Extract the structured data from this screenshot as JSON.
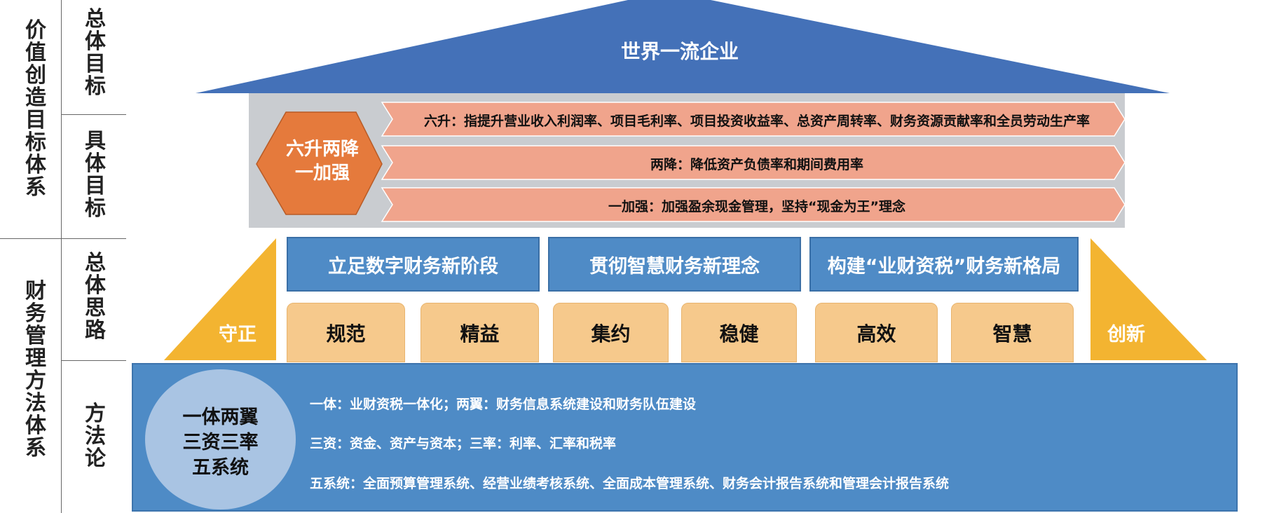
{
  "left_labels": {
    "system1": "价值创造目标体系",
    "system2": "财务管理方法体系"
  },
  "mid_labels": {
    "overall_goal": "总体目标",
    "specific_goal": "具体目标",
    "overall_thinking": "总体思路",
    "methodology": "方法论"
  },
  "roof": {
    "title": "世界一流企业"
  },
  "specific": {
    "hex_line1": "六升两降",
    "hex_line2": "一加强",
    "arrows": [
      "六升：指提升营业收入利润率、项目毛利率、项目投资收益率、总资产周转率、财务资源贡献率和全员劳动生产率",
      "两降：降低资产负债率和期间费用率",
      "一加强：加强盈余现金管理，坚持“现金为王”理念"
    ]
  },
  "thinking": {
    "left_side": "守正",
    "right_side": "创新",
    "blue_boxes": [
      "立足数字财务新阶段",
      "贯彻智慧财务新理念",
      "构建“业财资税”财务新格局"
    ],
    "tan_boxes": [
      "规范",
      "精益",
      "集约",
      "稳健",
      "高效",
      "智慧"
    ]
  },
  "method": {
    "circle_line1": "一体两翼",
    "circle_line2": "三资三率",
    "circle_line3": "五系统",
    "lines": [
      "一体：业财资税一体化；两翼：财务信息系统建设和财务队伍建设",
      "三资：资金、资产与资本；三率：利率、汇率和税率",
      "五系统：全面预算管理系统、经营业绩考核系统、全面成本管理系统、财务会计报告系统和管理会计报告系统"
    ]
  },
  "colors": {
    "roof_blue": "#4471b8",
    "hex_orange": "#e57a3c",
    "arrow_salmon": "#f0a48c",
    "gold": "#f3b431",
    "box_blue": "#4f8bc6",
    "tan": "#f6c98c",
    "base_blue": "#4e8bc6",
    "circle": "#a9c4e3"
  }
}
